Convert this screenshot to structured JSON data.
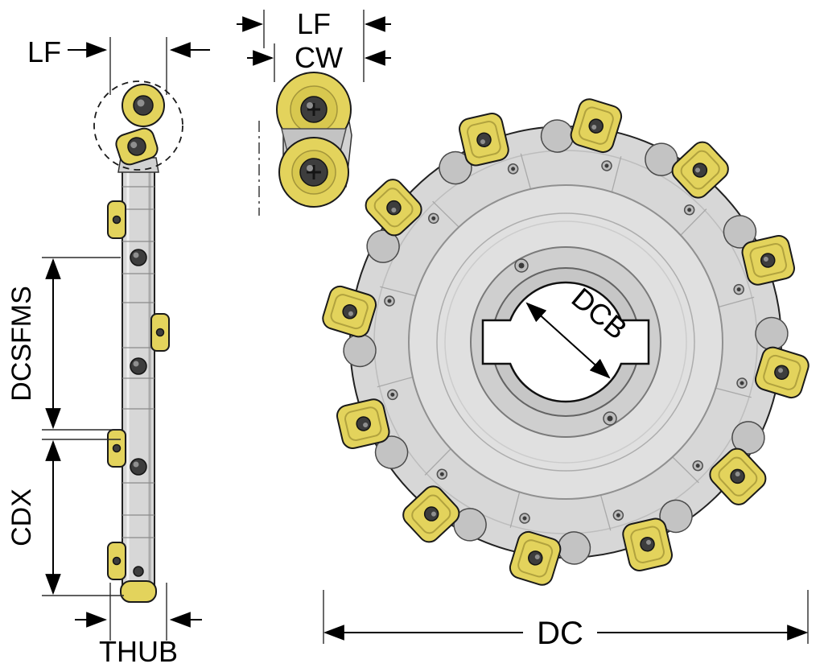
{
  "figure": {
    "type": "technical-diagram",
    "subject": "indexable-side-milling-cutter-dimension-drawing",
    "labels": {
      "lf_side": "LF",
      "lf_detail": "LF",
      "cw": "CW",
      "dcsfms": "DCSFMS",
      "cdx": "CDX",
      "thub": "THUB",
      "dcb": "DCB",
      "dc": "DC"
    },
    "colors": {
      "insert": "#E3D35C",
      "insert_dark": "#D8C84F",
      "body": "#D7D7D7",
      "line": "#111111",
      "background": "#FFFFFF"
    }
  }
}
